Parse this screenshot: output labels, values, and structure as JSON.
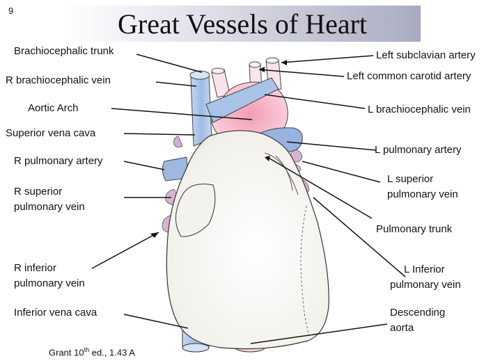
{
  "slide": {
    "page_number": "9",
    "title": "Great Vessels of Heart"
  },
  "labels": {
    "brachiocephalic_trunk": "Brachiocephalic trunk",
    "r_brachiocephalic_vein": "R brachiocephalic vein",
    "aortic_arch": "Aortic Arch",
    "superior_vena_cava": "Superior vena cava",
    "r_pulmonary_artery": "R pulmonary artery",
    "r_superior_pulmonary_vein_1": "R superior",
    "r_superior_pulmonary_vein_2": "pulmonary vein",
    "r_inferior_pulmonary_vein_1": "R inferior",
    "r_inferior_pulmonary_vein_2": "pulmonary vein",
    "inferior_vena_cava": "Inferior vena cava",
    "left_subclavian_artery": "Left subclavian artery",
    "left_common_carotid_artery": "Left common carotid artery",
    "l_brachiocephalic_vein": "L brachiocephalic vein",
    "l_pulmonary_artery": "L pulmonary artery",
    "l_superior_pulmonary_vein_1": "L superior",
    "l_superior_pulmonary_vein_2": "pulmonary vein",
    "pulmonary_trunk": "Pulmonary trunk",
    "l_inferior_pulmonary_vein_1": "L Inferior",
    "l_inferior_pulmonary_vein_2": "pulmonary vein",
    "descending_aorta_1": "Descending",
    "descending_aorta_2": "aorta"
  },
  "caption": {
    "prefix": "Grant 10",
    "superscript": "th",
    "suffix": " ed., 1.43 A"
  },
  "colors": {
    "vein_blue": "#a9c3e6",
    "artery_pink": "#f6bfd0",
    "pulmonary_vein_purple": "#d9b6d6",
    "heart_fill": "#f4f3ee"
  }
}
